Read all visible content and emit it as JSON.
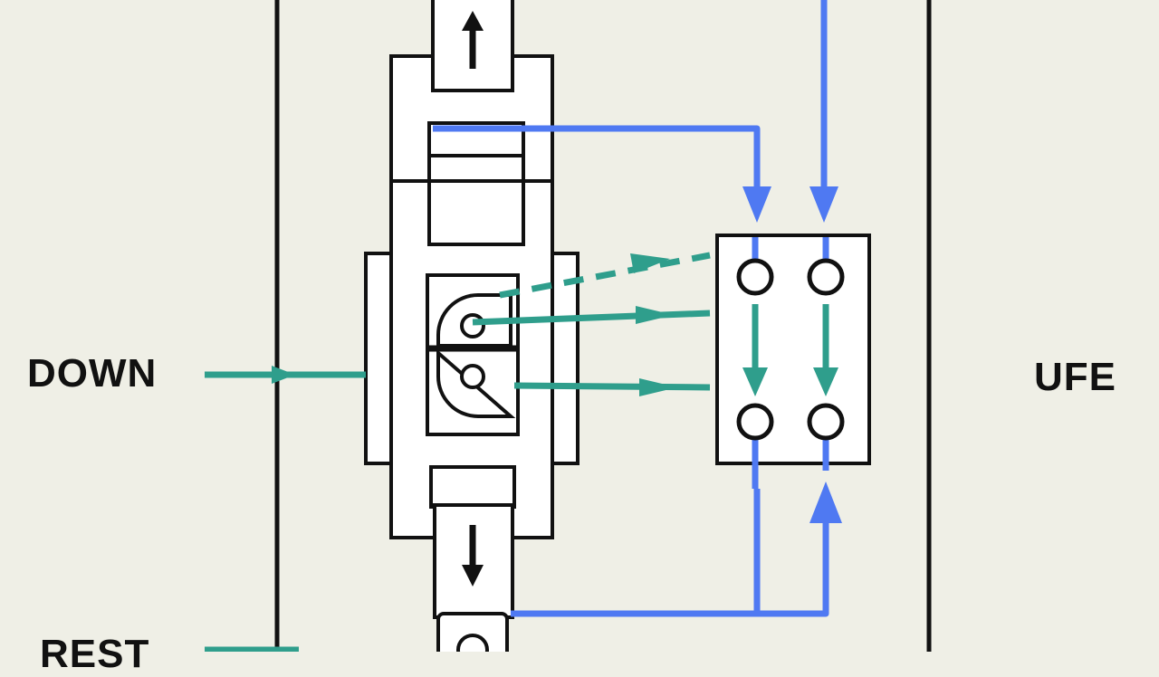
{
  "labels": {
    "left_top": "DOWN",
    "left_bottom": "REST",
    "right": "UFE"
  },
  "colors": {
    "background": "#efefe6",
    "outline": "#111111",
    "blue_wire": "#4f79f2",
    "teal_arrow": "#2f9e8c"
  },
  "icons": [
    "up-arrow-icon",
    "down-arrow-icon"
  ]
}
